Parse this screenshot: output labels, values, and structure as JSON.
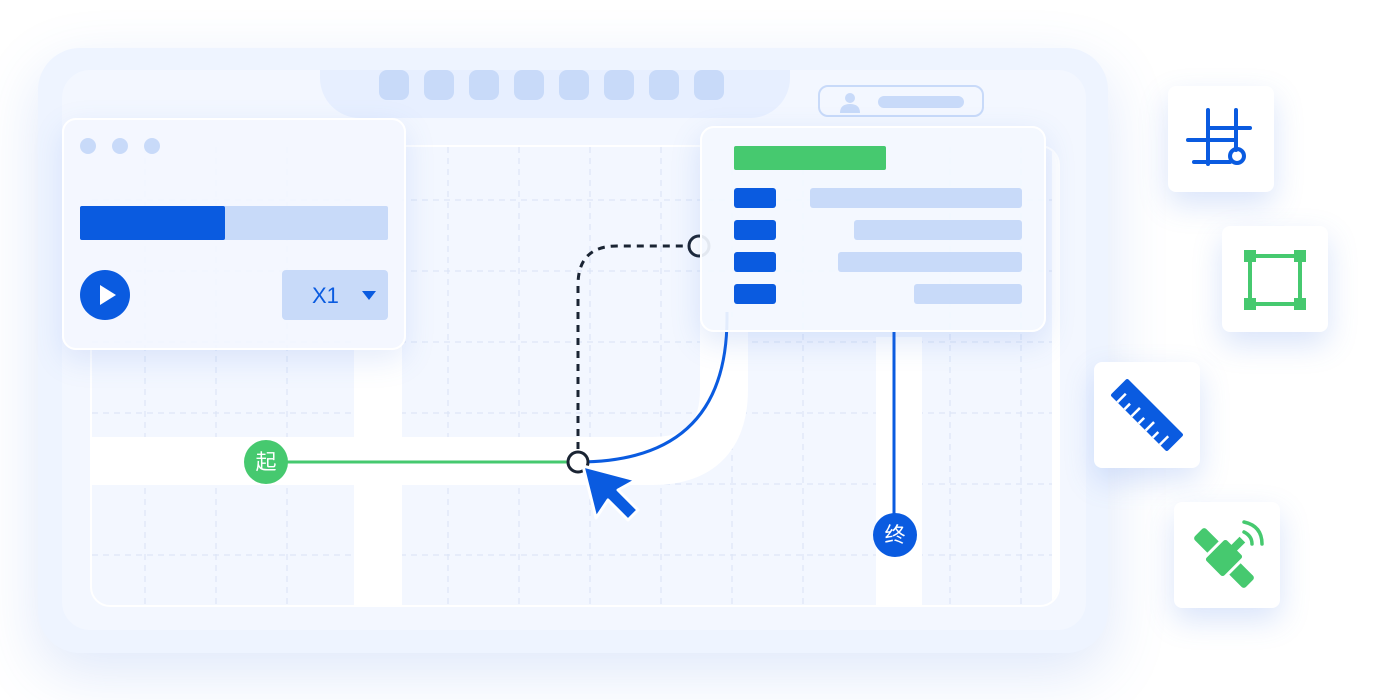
{
  "player": {
    "progress_fraction": 0.47,
    "speed_label": "X1"
  },
  "route": {
    "start_label": "起",
    "end_label": "终"
  },
  "colors": {
    "accent_blue": "#0a5be0",
    "route_green": "#46c96f",
    "light_blue": "#c8daf9",
    "frame_bg": "#eef4ff"
  },
  "tools": [
    {
      "icon": "crop-icon"
    },
    {
      "icon": "bounding-box-icon"
    },
    {
      "icon": "ruler-icon"
    },
    {
      "icon": "satellite-icon"
    }
  ]
}
